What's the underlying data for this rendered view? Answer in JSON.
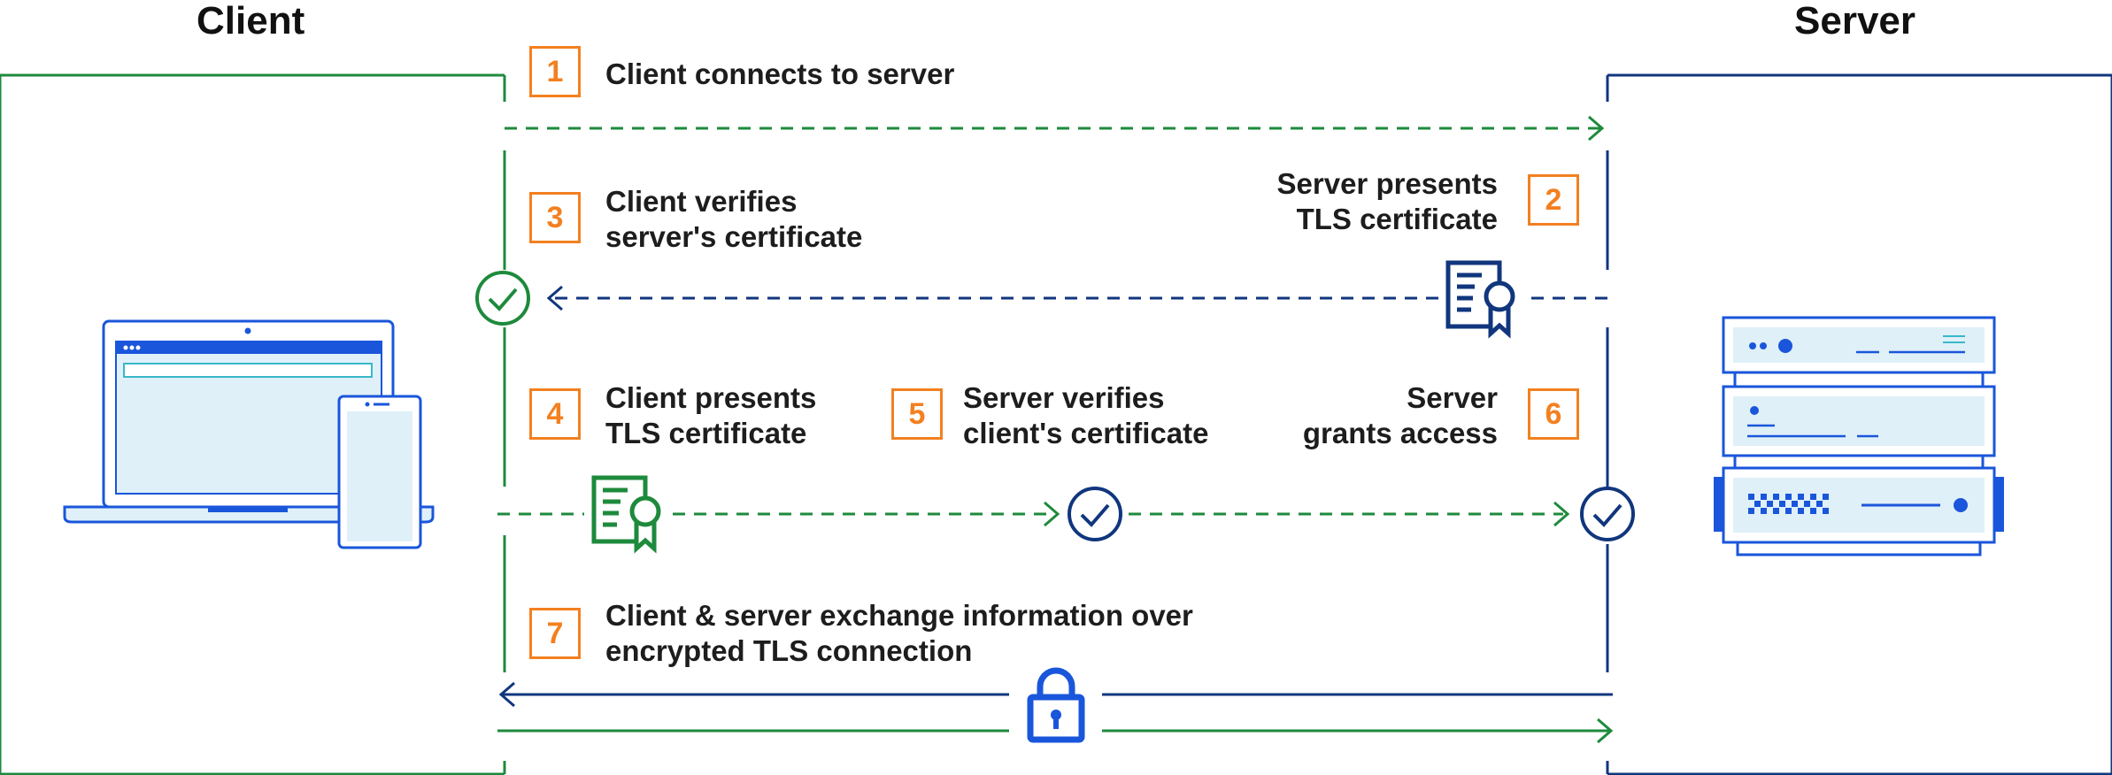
{
  "headings": {
    "client": "Client",
    "server": "Server"
  },
  "colors": {
    "accent": "#f38020",
    "green": "#1e8a3c",
    "navy": "#10367d",
    "blue": "#1a56db",
    "device_fill": "#dff0f8"
  },
  "steps": [
    {
      "number": "1",
      "text": "Client connects to server"
    },
    {
      "number": "2",
      "text": "Server presents\nTLS certificate"
    },
    {
      "number": "3",
      "text": "Client verifies\nserver's certificate"
    },
    {
      "number": "4",
      "text": "Client presents\nTLS certificate"
    },
    {
      "number": "5",
      "text": "Server verifies\nclient's certificate"
    },
    {
      "number": "6",
      "text": "Server\ngrants access"
    },
    {
      "number": "7",
      "text": "Client & server exchange information over\nencrypted TLS connection"
    }
  ],
  "icons": [
    "laptop-icon",
    "phone-icon",
    "server-rack-icon",
    "certificate-icon",
    "checkmark-circle-icon",
    "padlock-icon"
  ]
}
